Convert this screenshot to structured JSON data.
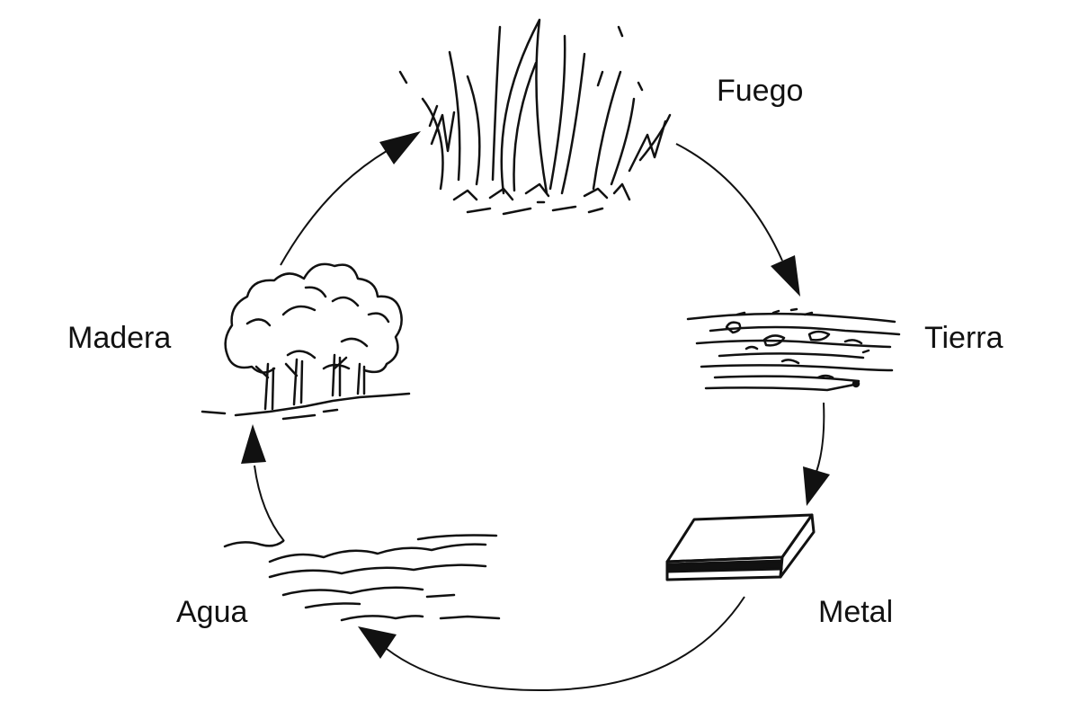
{
  "elements": {
    "fire": "Fuego",
    "earth": "Tierra",
    "metal": "Metal",
    "water": "Agua",
    "wood": "Madera"
  },
  "colors": {
    "ink": "#111111",
    "background": "#ffffff"
  }
}
